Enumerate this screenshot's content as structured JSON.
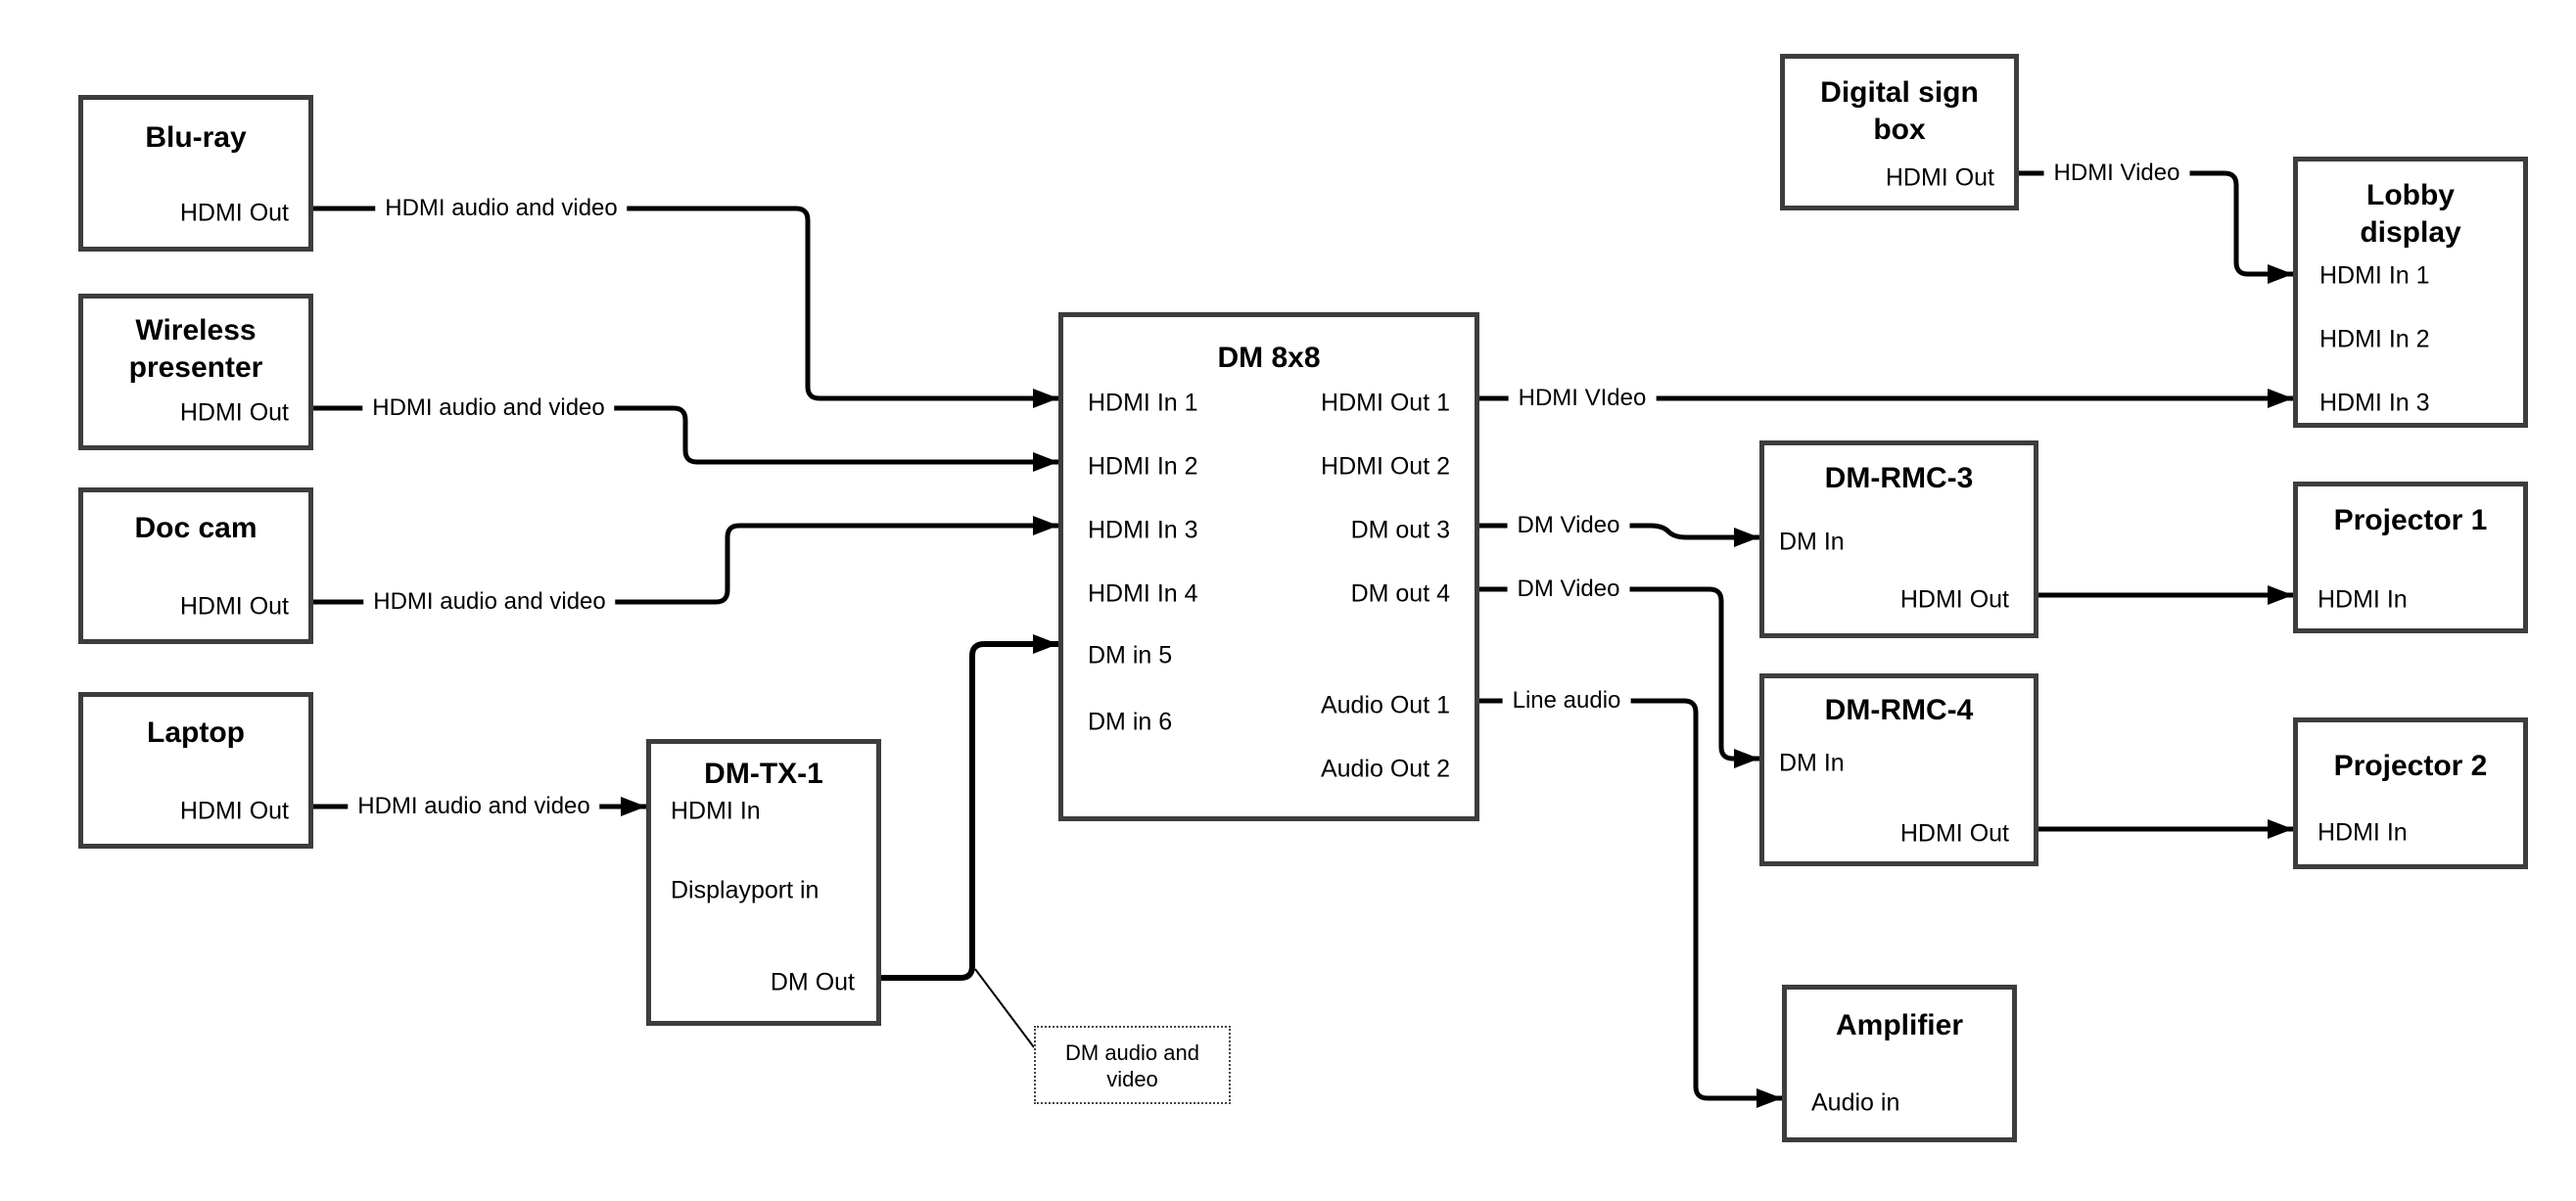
{
  "colors": {
    "wire": "#000000",
    "box_border": "#3d3d3d",
    "text": "#000000",
    "background": "#ffffff"
  },
  "devices": {
    "bluray": {
      "title_lines": [
        "Blu-ray"
      ],
      "ports": {
        "hdmi_out": "HDMI Out"
      }
    },
    "wireless_presenter": {
      "title_lines": [
        "Wireless",
        "presenter"
      ],
      "ports": {
        "hdmi_out": "HDMI Out"
      }
    },
    "doc_cam": {
      "title_lines": [
        "Doc cam"
      ],
      "ports": {
        "hdmi_out": "HDMI Out"
      }
    },
    "laptop": {
      "title_lines": [
        "Laptop"
      ],
      "ports": {
        "hdmi_out": "HDMI Out"
      }
    },
    "dm_tx_1": {
      "title_lines": [
        "DM-TX-1"
      ],
      "ports": {
        "hdmi_in": "HDMI In",
        "displayport_in": "Displayport in",
        "dm_out": "DM Out"
      }
    },
    "dm_8x8": {
      "title_lines": [
        "DM 8x8"
      ],
      "inputs": [
        "HDMI In 1",
        "HDMI In 2",
        "HDMI In 3",
        "HDMI In 4",
        "DM in 5",
        "DM in 6"
      ],
      "outputs": [
        "HDMI Out 1",
        "HDMI Out 2",
        "DM out 3",
        "DM out 4",
        "Audio Out 1",
        "Audio Out 2"
      ]
    },
    "digital_sign_box": {
      "title_lines": [
        "Digital sign",
        "box"
      ],
      "ports": {
        "hdmi_out": "HDMI Out"
      }
    },
    "lobby_display": {
      "title_lines": [
        "Lobby",
        "display"
      ],
      "inputs": [
        "HDMI In 1",
        "HDMI In 2",
        "HDMI In 3"
      ]
    },
    "dm_rmc_3": {
      "title_lines": [
        "DM-RMC-3"
      ],
      "ports": {
        "dm_in": "DM In",
        "hdmi_out": "HDMI Out"
      }
    },
    "projector_1": {
      "title_lines": [
        "Projector 1"
      ],
      "ports": {
        "hdmi_in": "HDMI In"
      }
    },
    "dm_rmc_4": {
      "title_lines": [
        "DM-RMC-4"
      ],
      "ports": {
        "dm_in": "DM In",
        "hdmi_out": "HDMI Out"
      }
    },
    "projector_2": {
      "title_lines": [
        "Projector 2"
      ],
      "ports": {
        "hdmi_in": "HDMI In"
      }
    },
    "amplifier": {
      "title_lines": [
        "Amplifier"
      ],
      "ports": {
        "audio_in": "Audio in"
      }
    }
  },
  "wire_labels": {
    "bluray_to_switch": "HDMI audio and video",
    "wireless_to_switch": "HDMI audio and video",
    "doccam_to_switch": "HDMI audio and video",
    "laptop_to_tx": "HDMI audio and video",
    "hdmi_out_1": "HDMI VIdeo",
    "digital_sign": "HDMI Video",
    "dm_out_3": "DM Video",
    "dm_out_4": "DM Video",
    "audio_out_1": "Line audio"
  },
  "note": {
    "lines": [
      "DM audio and",
      "video"
    ]
  }
}
